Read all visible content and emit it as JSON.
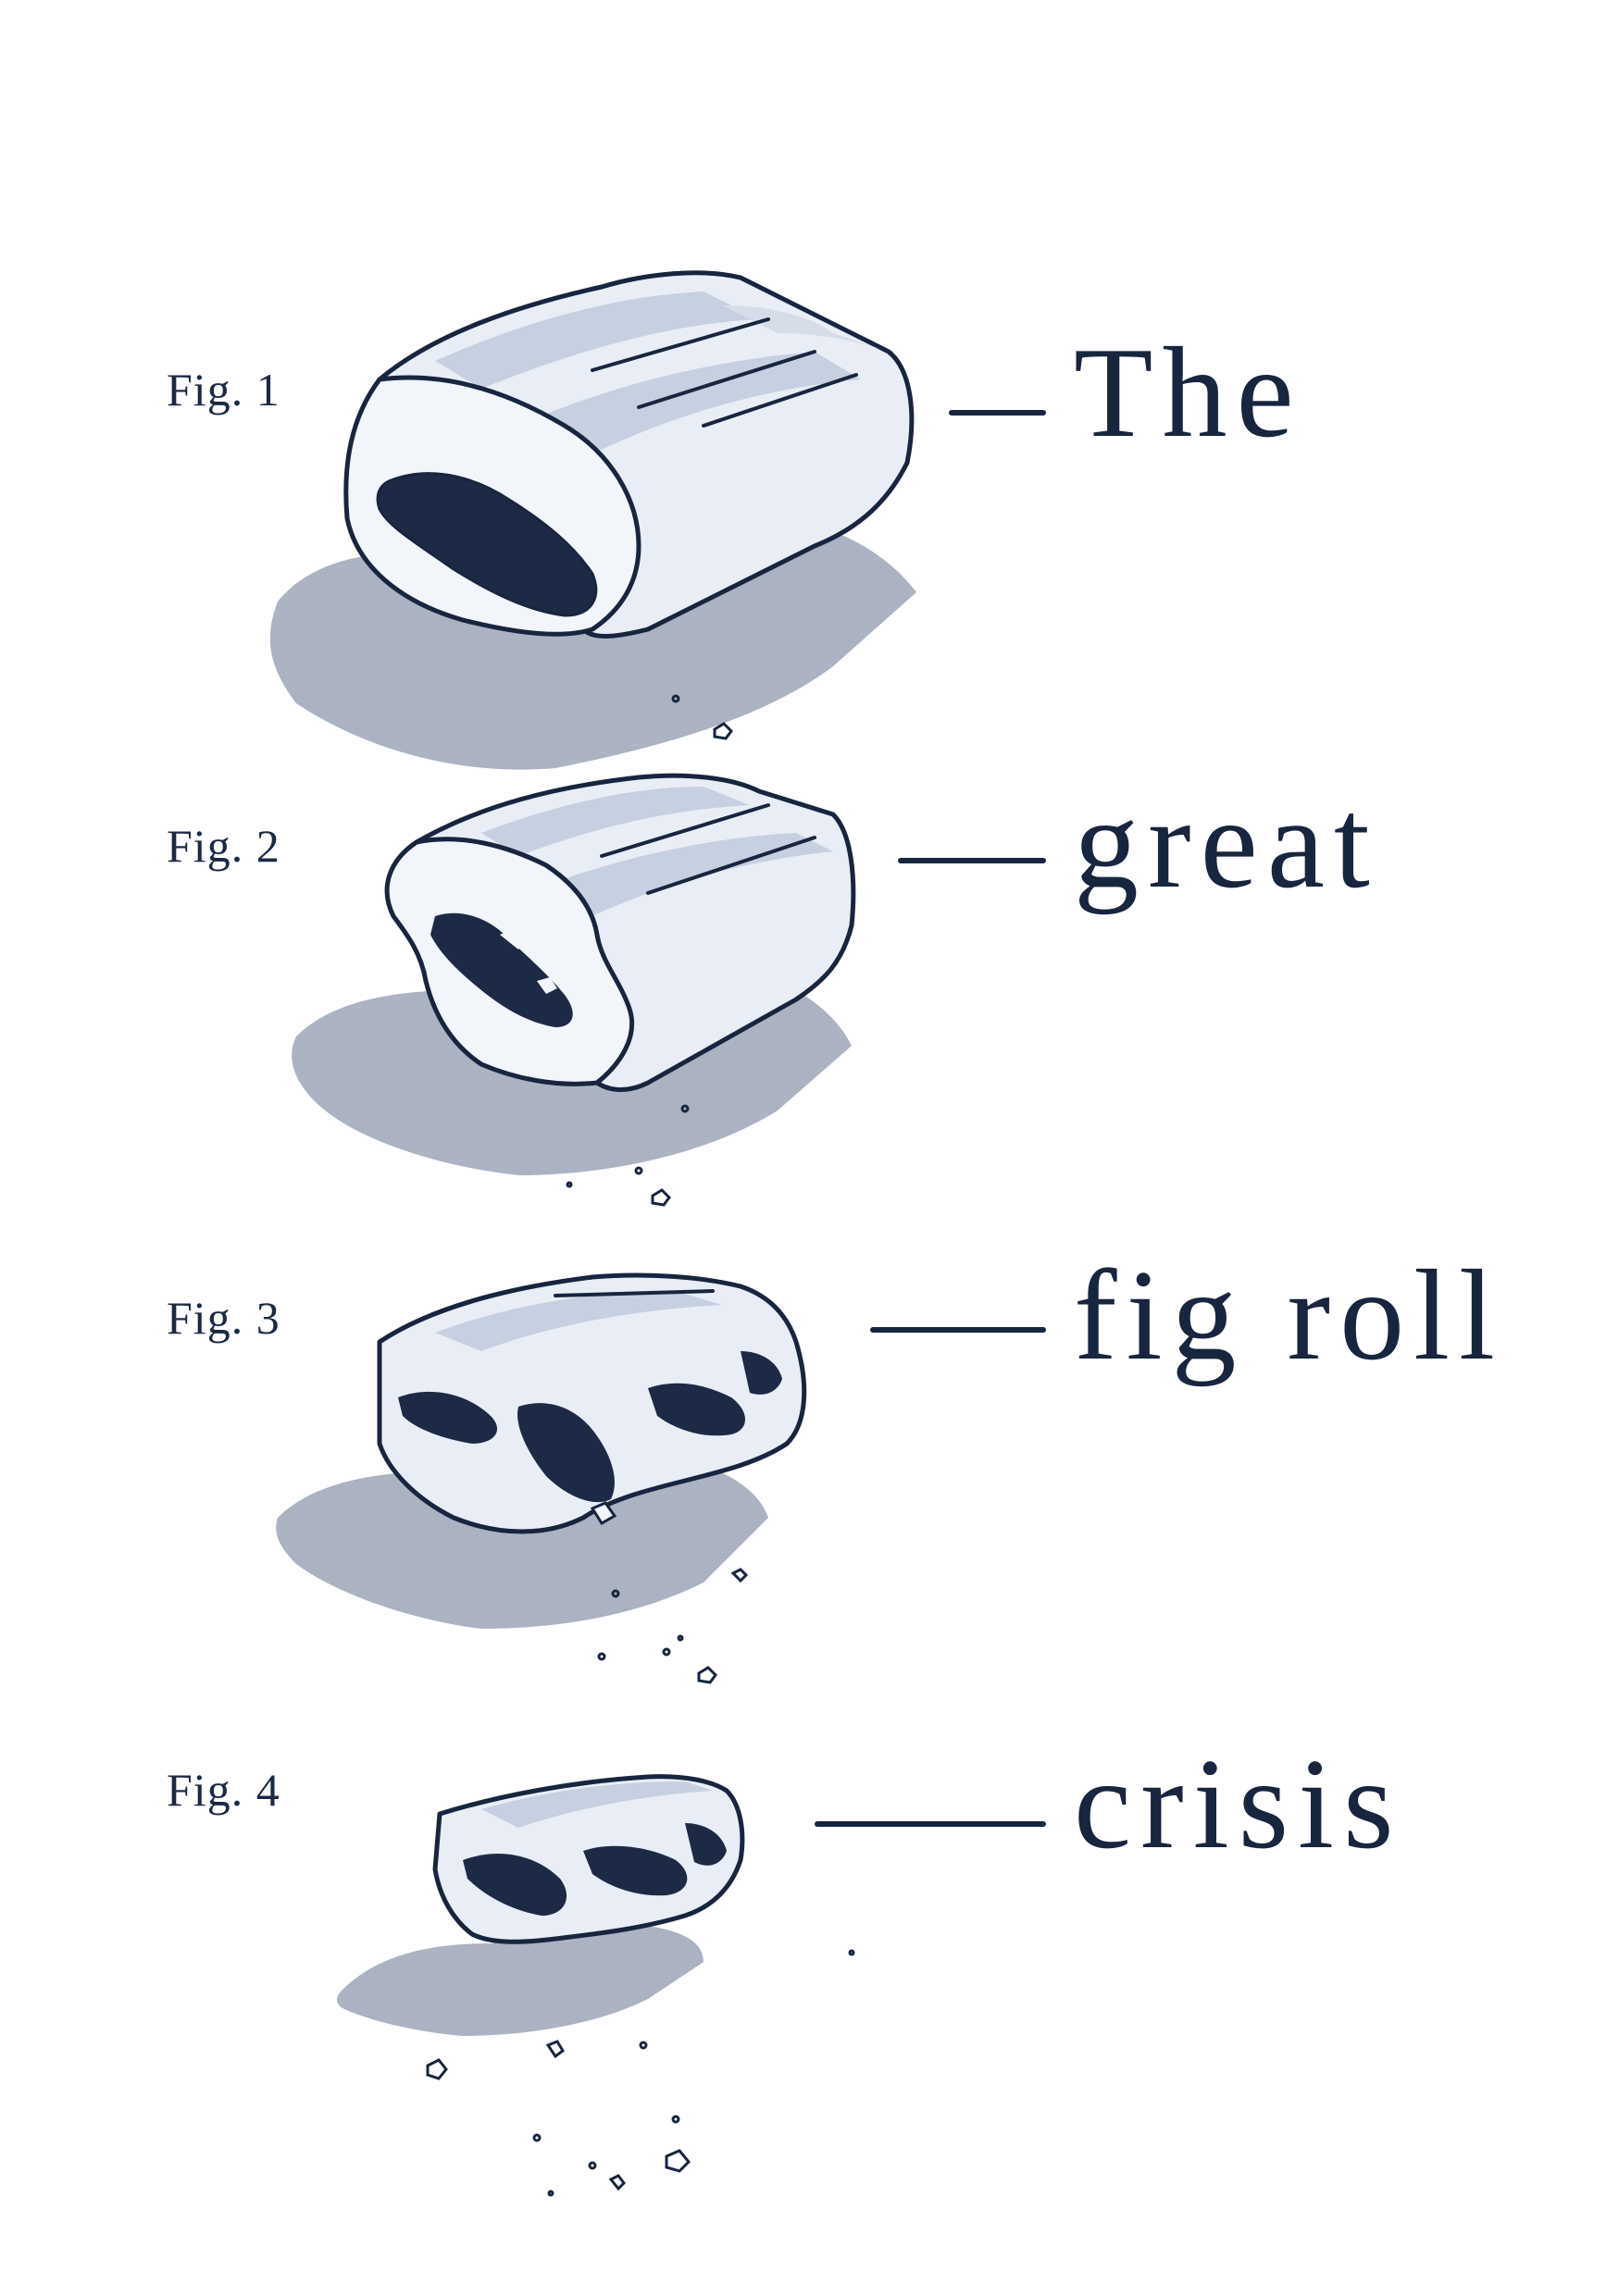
{
  "figures": [
    {
      "label": "Fig. 1",
      "word": "The"
    },
    {
      "label": "Fig. 2",
      "word": "great"
    },
    {
      "label": "Fig. 3",
      "word": "fig roll"
    },
    {
      "label": "Fig. 4",
      "word": "crisis"
    }
  ],
  "colors": {
    "ink": "#17253f",
    "biscuit": "#e9eef6",
    "shade": "#c7d0e0",
    "shadow": "#a9b2c3",
    "filling": "#1c2a45"
  }
}
